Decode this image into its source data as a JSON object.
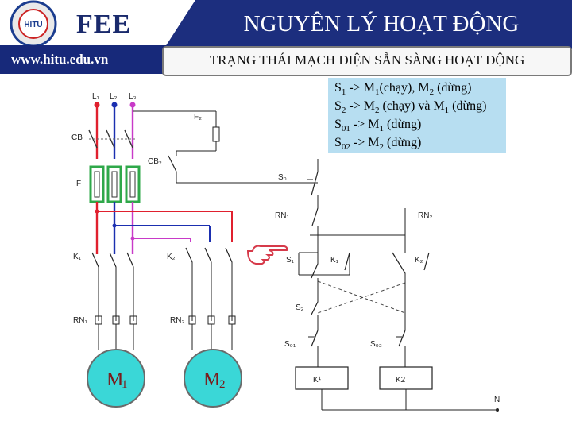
{
  "header": {
    "brand": "FEE",
    "url": "www.hitu.edu.vn",
    "title": "NGUYÊN LÝ HOẠT ĐỘNG",
    "subtitle": "TRẠNG THÁI MẠCH ĐIỆN SẴN SÀNG HOẠT ĐỘNG",
    "logo_text": "HITU"
  },
  "info": {
    "line1": "S1 -> M1(chạy), M2 (dừng)",
    "line2": "S2 -> M2 (chạy) và M1 (dừng)",
    "line3": "S01 -> M1 (dừng)",
    "line4": "S02 -> M2 (dừng)"
  },
  "diagram": {
    "labels": {
      "L1": "L₁",
      "L2": "L₂",
      "L3": "L₃",
      "CB": "CB",
      "F": "F",
      "F2": "F₂",
      "CB2": "CB₂",
      "S0": "S₀",
      "RN1_top": "RN₁",
      "RN2_top": "RN₂",
      "K1_power": "K₁",
      "K2_power": "K₂",
      "S1": "S₁",
      "K1_ctrl": "K₁",
      "K2_ctrl": "K₂",
      "S2": "S₂",
      "S01": "S₀₁",
      "S02": "S₀₂",
      "RN1_power": "RN₁",
      "RN2_power": "RN₂",
      "coil_K1": "K¹",
      "coil_K2": "K2",
      "N": "N"
    },
    "motors": [
      {
        "name": "M",
        "index": "1"
      },
      {
        "name": "M",
        "index": "2"
      }
    ],
    "colors": {
      "red": "#e0202e",
      "blue": "#1b2fb0",
      "purple": "#c83ac8",
      "fuse_green": "#2fa84a",
      "motor_fill": "#3ad7d7",
      "info_bg": "#b7def1",
      "header_blue": "#1c2e7e"
    }
  }
}
